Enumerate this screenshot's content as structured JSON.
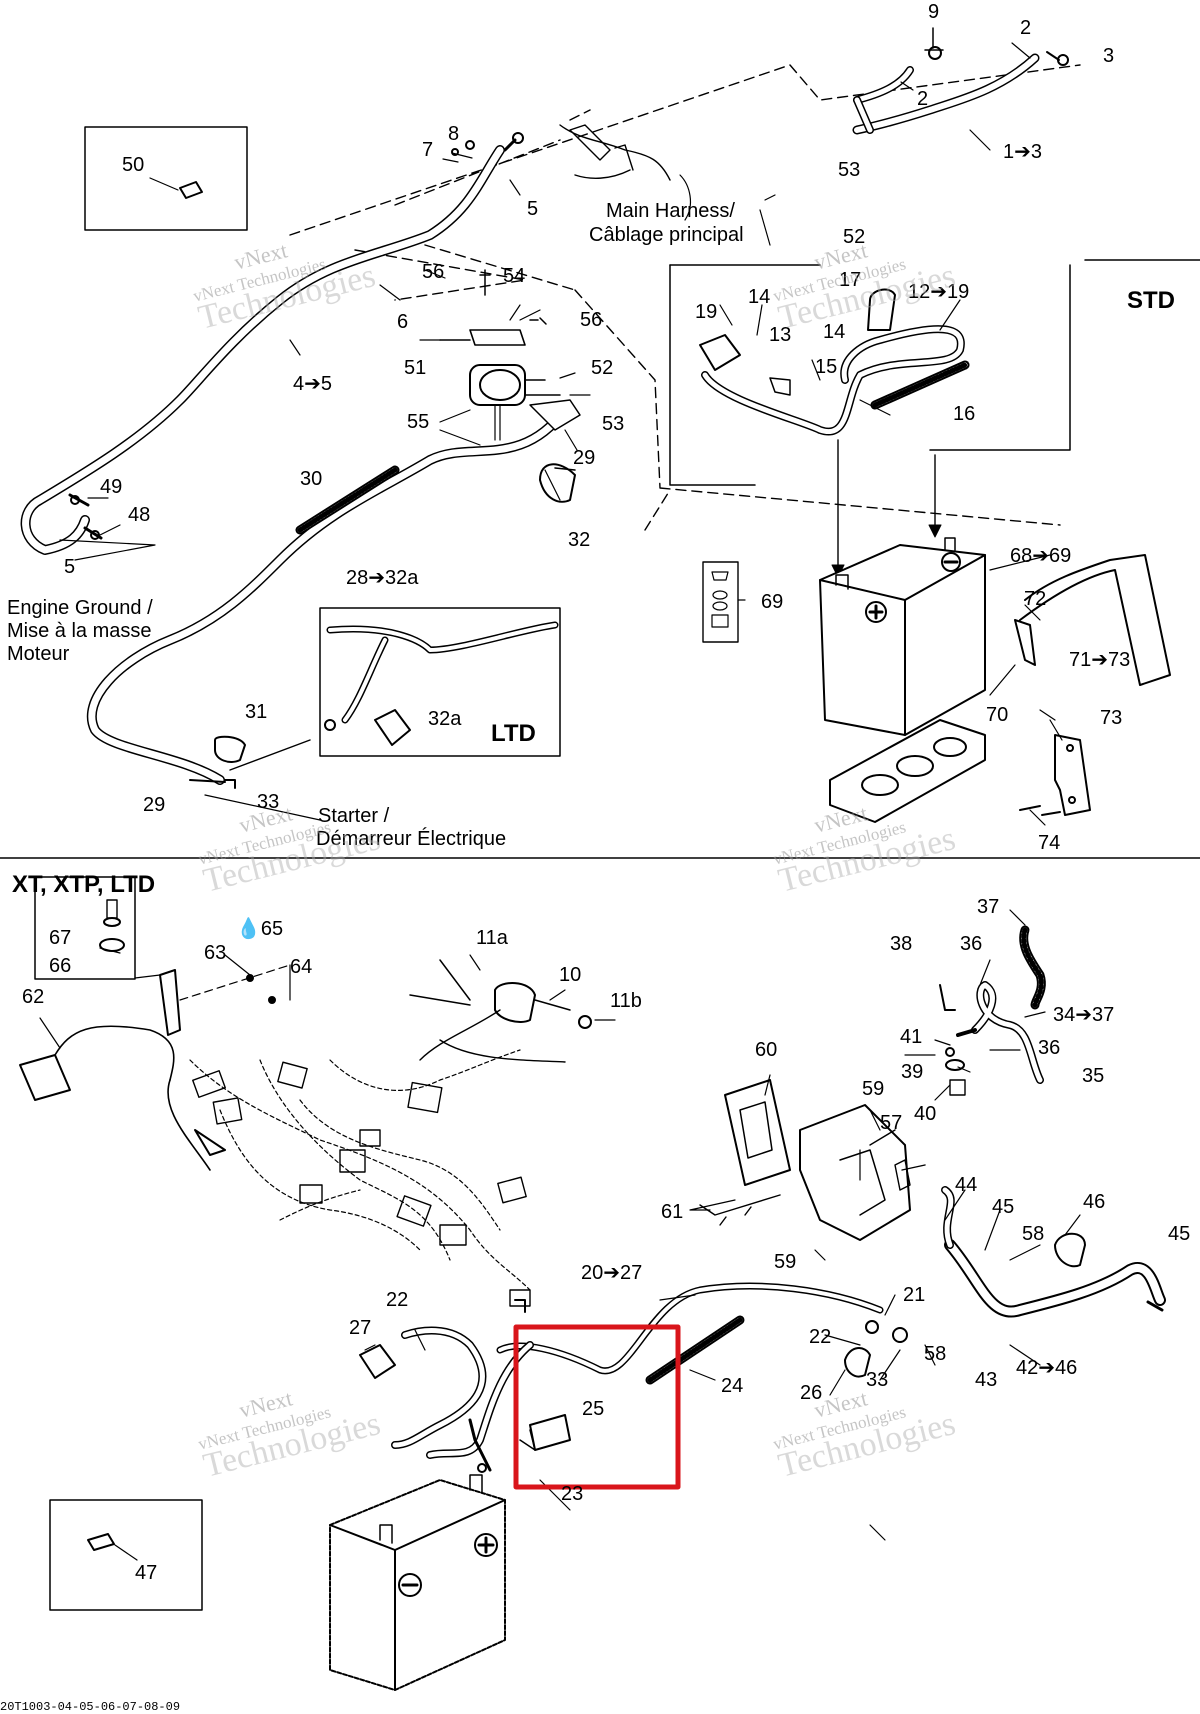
{
  "diagram": {
    "section_titles": {
      "std": "STD",
      "ltd": "LTD",
      "variants": "XT, XTP, LTD"
    },
    "captions": {
      "main_harness_1": "Main Harness/",
      "main_harness_2": "Câblage principal",
      "engine_ground_1": "Engine Ground /",
      "engine_ground_2": "Mise à la masse",
      "engine_ground_3": "Moteur",
      "starter_1": "Starter /",
      "starter_2": "Démarreur Électrique"
    },
    "watermark": {
      "line1": "vNext",
      "line2": "vNext Technologies",
      "line3": "Technologies"
    },
    "footer": "20T1003-04-05-06-07-08-09",
    "highlight_color": "#d9151b",
    "callouts": {
      "c1": "9",
      "c2": "2",
      "c3": "3",
      "c4": "2",
      "c5": "1➔3",
      "c6": "8",
      "c7": "7",
      "c8": "5",
      "c9": "50",
      "c10": "53",
      "c11": "52",
      "c12": "56",
      "c13": "54",
      "c14": "6",
      "c15": "56",
      "c16": "51",
      "c17": "52",
      "c18": "53",
      "c19": "55",
      "c20": "29",
      "c21": "32",
      "c22": "4➔5",
      "c23": "49",
      "c24": "48",
      "c25": "5",
      "c26": "30",
      "c27": "28➔32a",
      "c28": "17",
      "c29": "12➔19",
      "c30": "14",
      "c31": "19",
      "c32": "13",
      "c33": "14",
      "c34": "15",
      "c35": "16",
      "c36": "68➔69",
      "c37": "69",
      "c38": "72",
      "c39": "71➔73",
      "c40": "70",
      "c41": "73",
      "c42": "74",
      "c43": "31",
      "c44": "32a",
      "c45": "29",
      "c46": "33",
      "c47": "67",
      "c48": "66",
      "c49": "65",
      "c50": "63",
      "c51": "64",
      "c52": "62",
      "c53": "11a",
      "c54": "10",
      "c55": "11b",
      "c56": "37",
      "c57": "38",
      "c58": "36",
      "c59": "34➔37",
      "c60": "41",
      "c61": "36",
      "c62": "39",
      "c63": "35",
      "c64": "40",
      "c65": "60",
      "c66": "59",
      "c67": "57",
      "c68": "61",
      "c69": "44",
      "c70": "45",
      "c71": "46",
      "c72": "58",
      "c73": "45",
      "c74": "59",
      "c75": "20➔27",
      "c76": "21",
      "c77": "22",
      "c78": "27",
      "c79": "22",
      "c80": "58",
      "c81": "33",
      "c82": "43",
      "c83": "42➔46",
      "c84": "24",
      "c85": "25",
      "c86": "26",
      "c87": "23",
      "c88": "47"
    }
  }
}
